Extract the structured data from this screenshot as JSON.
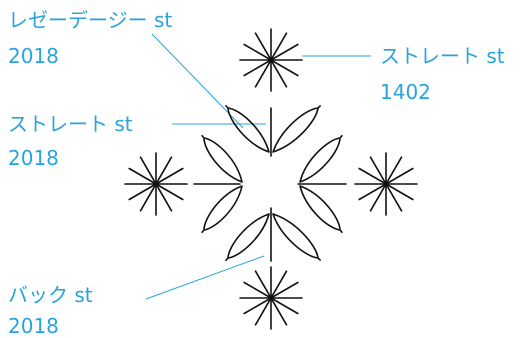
{
  "labels": {
    "lazy_daisy": {
      "name": "レゼーデージー st",
      "number": "2018"
    },
    "straight_top": {
      "name": "ストレート st",
      "number": "1402"
    },
    "straight_left": {
      "name": "ストレート st",
      "number": "2018"
    },
    "back": {
      "name": "バック st",
      "number": "2018"
    }
  },
  "colors": {
    "label": "#29a3dc",
    "ink": "#111111"
  }
}
